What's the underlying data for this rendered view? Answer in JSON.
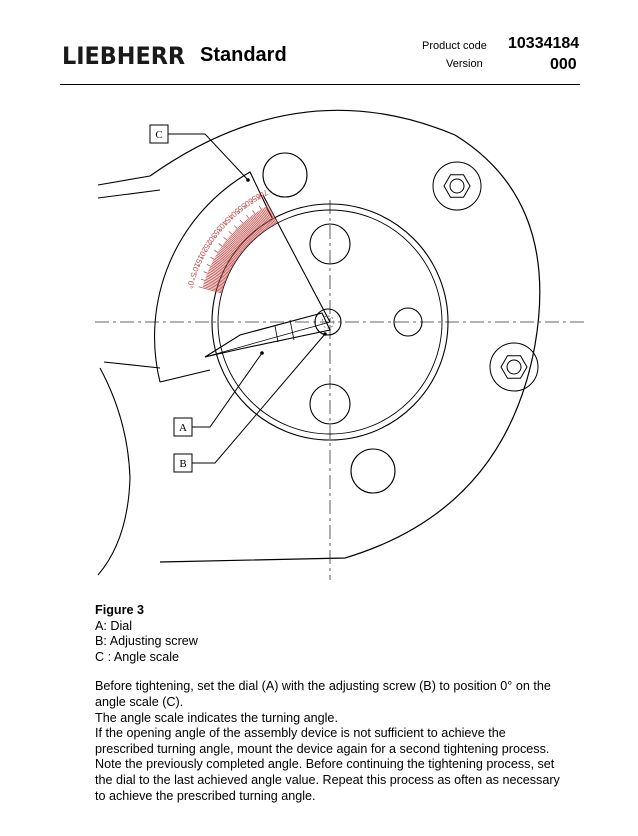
{
  "header": {
    "brand": "LIEBHERR",
    "doc_type": "Standard",
    "product_code_label": "Product code",
    "product_code": "10334184",
    "version_label": "Version",
    "version": "000"
  },
  "figure": {
    "callout_a": "A",
    "callout_b": "B",
    "callout_c": "C",
    "scale_labels": [
      "0°",
      "5°",
      "10°",
      "15°",
      "20°",
      "25°",
      "30°",
      "35°",
      "40°",
      "45°",
      "50°",
      "55°",
      "60°",
      "65°",
      "70°"
    ],
    "scale_color": "#c0504d"
  },
  "caption": {
    "title": "Figure 3",
    "item_a": "A: Dial",
    "item_b": "B: Adjusting screw",
    "item_c": "C : Angle scale"
  },
  "body": {
    "line1": "Before tightening, set the dial (A) with the adjusting screw (B) to position 0° on the",
    "line2": "angle scale (C).",
    "line3": "The angle scale indicates the turning angle.",
    "line4": "If the opening angle of the assembly device is not sufficient to achieve the",
    "line5": "prescribed turning angle, mount the device again for a second tightening process.",
    "line6": "Note the previously completed angle. Before continuing the tightening process, set",
    "line7": "the dial to the last achieved angle value. Repeat this process as often as necessary",
    "line8": "to achieve the prescribed turning angle."
  }
}
